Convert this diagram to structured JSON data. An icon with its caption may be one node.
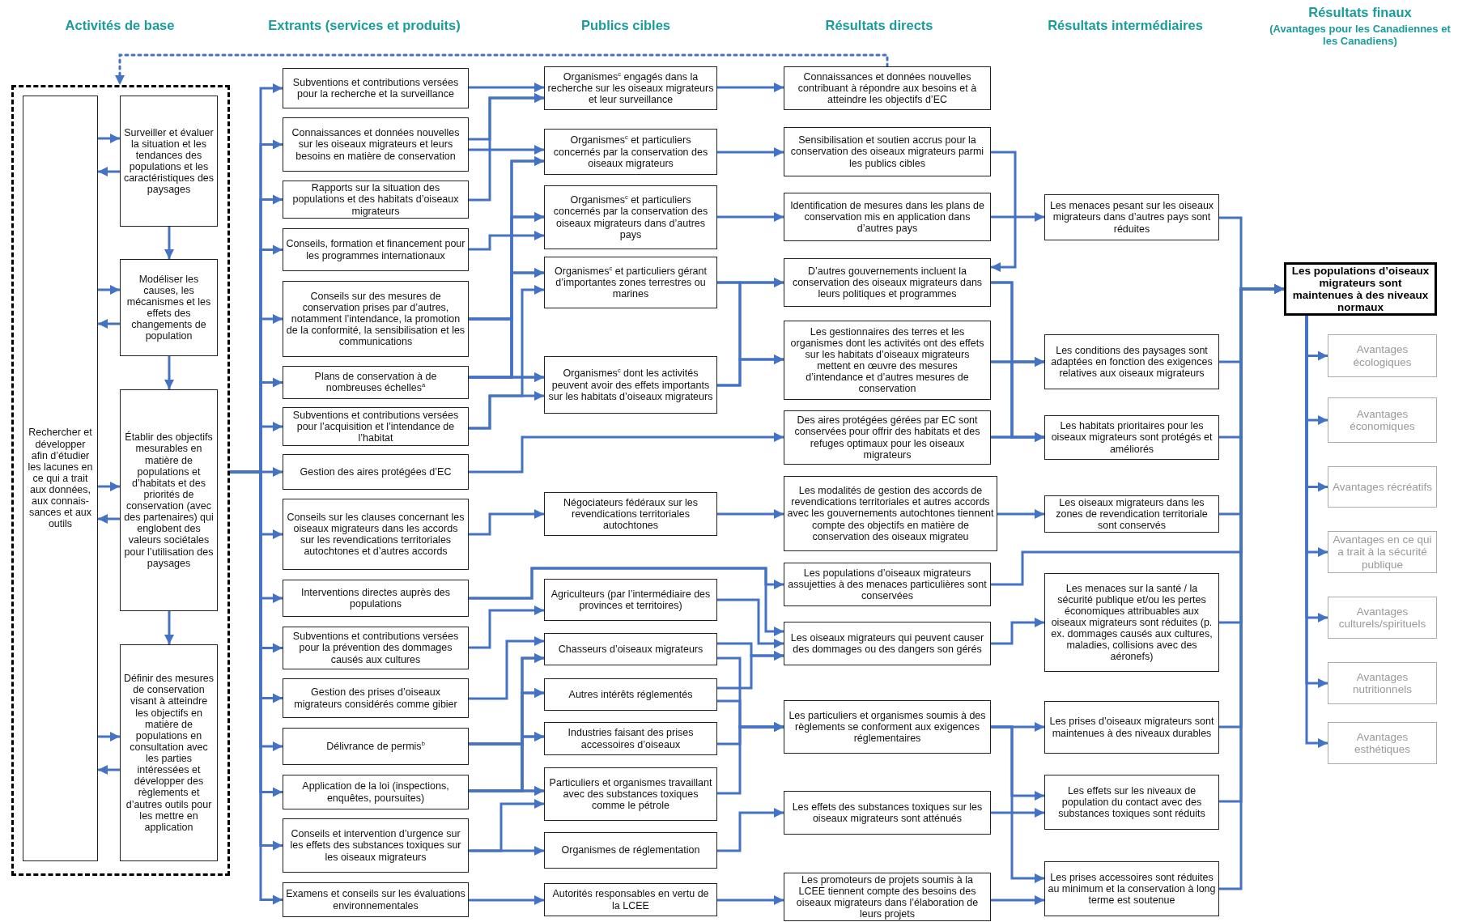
{
  "diagram": {
    "nodes": [
      {
        "text": [],
        "shape": "box"
      },
      {
        "text": [
          "Rechercher et développer afin d’étudier les lacunes en ce qui a trait aux données, aux connais-sances et aux outils"
        ],
        "in": 0
      },
      {
        "text": [
          "Surveiller et évaluer la situation et les tendances des populations et les caractéristiques des paysages"
        ],
        "in": 0
      },
      {
        "text": [
          "Modéliser les causes, les mécanismes et les effets des changements de population"
        ],
        "in": 0
      },
      {
        "text": [
          "Établir des objectifs mesurables en matière de populations et d’habitats et des priorités de conservation (avec des partenaires) qui englobent des valeurs sociétales pour l’utilisation des paysages"
        ],
        "in": 0
      },
      {
        "text": [
          "Définir des mesures de conservation visant à atteindre les objectifs en matière de populations en consultation avec les parties intéressées et développer des règlements et d’autres outils pour les mettre en application"
        ],
        "in": 0
      },
      {
        "text": [
          "Subventions et contributions versées pour la recherche et la surveillance"
        ]
      },
      {
        "text": [
          "Connaissances et données nouvelles sur les oiseaux migrateurs et leurs besoins en matière de conservation"
        ]
      },
      {
        "text": [
          "Rapports sur la situation des populations et des habitats d’oiseaux migrateurs"
        ]
      },
      {
        "text": [
          "Conseils, formation et financement pour les programmes internationaux"
        ]
      },
      {
        "text": [
          "Conseils sur des mesures de conservation prises par d’autres, notamment l’intendance, la promotion de la conformité, la sensibilisation et les communications"
        ]
      },
      {
        "text": [
          "Plans de conservation à de nombreuses échelles$^{a}$"
        ]
      },
      {
        "text": [
          "Subventions et contributions versées pour l’acquisition et l’intendance de l’habitat"
        ]
      },
      {
        "text": [
          "Gestion des aires protégées d’EC"
        ]
      },
      {
        "text": [
          "Conseils sur les clauses concernant les oiseaux migrateurs dans les accords sur les revendications territoriales autochtones et d’autres accords"
        ]
      },
      {
        "text": [
          "Interventions directes auprès des populations"
        ]
      },
      {
        "text": [
          "Subventions et contributions versées pour la prévention des dommages causés aux cultures"
        ]
      },
      {
        "text": [
          "Gestion des prises d’oiseaux migrateurs considérés comme gibier"
        ]
      },
      {
        "text": [
          "Délivrance de permis$^{b}$"
        ]
      },
      {
        "text": [
          "Application de la loi (inspections, enquêtes, poursuites)"
        ]
      },
      {
        "text": [
          "Conseils et intervention d’urgence sur les effets des substances toxiques sur les oiseaux migrateurs"
        ]
      },
      {
        "text": [
          "Examens et conseils sur les évaluations environnementales"
        ]
      },
      {
        "text": [
          "Organismes$^{c}$ engagés dans la recherche sur les oiseaux migrateurs et leur surveillance"
        ]
      },
      {
        "text": [
          "Organismes$^{c}$ et particuliers concernés par la conservation des oiseaux migrateurs"
        ]
      },
      {
        "text": [
          "Organismes$^{c}$ et particuliers concernés par la conservation des oiseaux migrateurs dans d’autres pays"
        ]
      },
      {
        "text": [
          "Organismes$^{c}$ et particuliers gérant d’importantes zones terrestres ou marines"
        ]
      },
      {
        "text": [
          "Organismes$^{c}$ dont les activités peuvent avoir des effets importants sur les habitats d’oiseaux migrateurs"
        ]
      },
      {
        "text": [
          "Négociateurs fédéraux sur les revendications territoriales autochtones"
        ]
      },
      {
        "text": [
          "Agriculteurs (par l’intermédiaire des provinces et territoires)"
        ]
      },
      {
        "text": [
          "Chasseurs d’oiseaux migrateurs"
        ]
      },
      {
        "text": [
          "Autres intérêts réglementés"
        ]
      },
      {
        "text": [
          "Industries faisant des prises accessoires d’oiseaux"
        ]
      },
      {
        "text": [
          "Particuliers et organismes travaillant avec des substances toxiques comme le pétrole"
        ]
      },
      {
        "text": [
          "Organismes de réglementation"
        ]
      },
      {
        "text": [
          "Autorités responsables en vertu de la LCEE"
        ]
      },
      {
        "text": [
          "Connaissances et données nouvelles contribuant à répondre aux besoins et à atteindre les objectifs d’EC"
        ]
      },
      {
        "text": [
          "Sensibilisation et soutien accrus pour la conservation des oiseaux migrateurs parmi les publics cibles"
        ]
      },
      {
        "text": [
          "Identification de mesures dans les plans de conservation mis en application dans d’autres pays"
        ]
      },
      {
        "text": [
          "D’autres gouvernements incluent la conservation des oiseaux migrateurs dans leurs politiques et programmes"
        ]
      },
      {
        "text": [
          "Les gestionnaires des terres et les organismes dont les activités ont des effets sur les habitats d’oiseaux migrateurs mettent en œuvre des mesures d’intendance et d’autres mesures de conservation"
        ]
      },
      {
        "text": [
          "Des aires protégées gérées par EC sont conservées pour offrir des habitats et des refuges optimaux pour les oiseaux migrateurs"
        ]
      },
      {
        "text": [
          "Les modalités de gestion des accords de revendications territoriales et autres accords avec les gouvernements autochtones tiennent compte des objectifs en matière de conservation des oiseaux migrateu"
        ]
      },
      {
        "text": [
          "Les populations d’oiseaux migrateurs assujetties à des menaces particulières sont conservées"
        ]
      },
      {
        "text": [
          "Les oiseaux migrateurs qui peuvent causer des dommages ou des dangers son gérés"
        ]
      },
      {
        "text": [
          "Les particuliers et organismes soumis à des règlements se conforment aux exigences réglementaires"
        ]
      },
      {
        "text": [
          "Les effets des substances toxiques sur les oiseaux migrateurs sont atténués"
        ]
      },
      {
        "text": [
          "Les promoteurs de projets soumis à la LCEE tiennent compte des besoins des oiseaux migrateurs dans l’élaboration de leurs projets"
        ]
      },
      {
        "text": [
          "Les menaces pesant sur les oiseaux migrateurs dans d’autres pays sont réduites"
        ]
      },
      {
        "text": [
          "Les conditions des paysages sont adaptées en fonction des exigences relatives aux oiseaux migrateurs"
        ]
      },
      {
        "text": [
          "Les habitats prioritaires pour les oiseaux migrateurs sont protégés et améliorés"
        ]
      },
      {
        "text": [
          "Les oiseaux migrateurs dans les zones de revendication territoriale sont conservés"
        ]
      },
      {
        "text": [
          "Les menaces sur la santé / la sécurité publique et/ou les pertes économiques attribuables aux oiseaux migrateurs sont réduites (p. ex. dommages causés aux cultures, maladies, collisions avec des aéronefs)"
        ]
      },
      {
        "text": [
          "Les prises d’oiseaux migrateurs sont maintenues à des niveaux durables"
        ]
      },
      {
        "text": [
          "Les effets sur les niveaux de population du contact avec des substances toxiques sont réduits"
        ]
      },
      {
        "text": [
          "Les prises accessoires sont réduites au minimum et la conservation à long terme est soutenue"
        ]
      },
      {
        "text": [
          "Les populations d’oiseaux migrateurs sont maintenues à des niveaux normaux"
        ]
      },
      {
        "text": [
          "Avantages écologiques"
        ]
      },
      {
        "text": [
          "Avantages économiques"
        ]
      },
      {
        "text": [
          "Avantages récréatifs"
        ]
      },
      {
        "text": [
          "Avantages en ce qui a trait à la sécurité publique"
        ]
      },
      {
        "text": [
          "Avantages culturels/spirituels"
        ]
      },
      {
        "text": [
          "Avantages nutritionnels"
        ]
      },
      {
        "text": [
          "Avantages esthétiques"
        ]
      }
    ],
    "edges": [
      {
        "from": 1,
        "to": 2,
        "arrow": "to"
      },
      {
        "from": 2,
        "to": 1,
        "arrow": "to"
      },
      {
        "from": 1,
        "to": 3,
        "arrow": "to"
      },
      {
        "from": 3,
        "to": 1,
        "arrow": "to"
      },
      {
        "from": 1,
        "to": 4,
        "arrow": "to"
      },
      {
        "from": 4,
        "to": 1,
        "arrow": "to"
      },
      {
        "from": 1,
        "to": 5,
        "arrow": "to"
      },
      {
        "from": 5,
        "to": 1,
        "arrow": "to"
      },
      {
        "from": 2,
        "to": 3,
        "arrow": "to"
      },
      {
        "from": 3,
        "to": 4,
        "arrow": "to"
      },
      {
        "from": 4,
        "to": 5,
        "arrow": "to"
      },
      {
        "from": 0,
        "to": 6,
        "arrow": "to"
      },
      {
        "from": 0,
        "to": 7,
        "arrow": "to"
      },
      {
        "from": 0,
        "to": 8,
        "arrow": "to"
      },
      {
        "from": 0,
        "to": 9,
        "arrow": "to"
      },
      {
        "from": 0,
        "to": 10,
        "arrow": "to"
      },
      {
        "from": 0,
        "to": 11,
        "arrow": "to"
      },
      {
        "from": 0,
        "to": 12,
        "arrow": "to"
      },
      {
        "from": 0,
        "to": 13,
        "arrow": "to"
      },
      {
        "from": 0,
        "to": 14,
        "arrow": "to"
      },
      {
        "from": 0,
        "to": 15,
        "arrow": "to"
      },
      {
        "from": 0,
        "to": 16,
        "arrow": "to"
      },
      {
        "from": 0,
        "to": 17,
        "arrow": "to"
      },
      {
        "from": 0,
        "to": 18,
        "arrow": "to"
      },
      {
        "from": 0,
        "to": 19,
        "arrow": "to"
      },
      {
        "from": 0,
        "to": 20,
        "arrow": "to"
      },
      {
        "from": 0,
        "to": 21,
        "arrow": "to"
      },
      {
        "from": 6,
        "to": 22,
        "arrow": "to"
      },
      {
        "from": 7,
        "to": 22,
        "arrow": "to"
      },
      {
        "from": 8,
        "to": 22,
        "arrow": "to"
      },
      {
        "from": 7,
        "to": 23,
        "arrow": "to"
      },
      {
        "from": 9,
        "to": 24,
        "arrow": "to"
      },
      {
        "from": 10,
        "to": 23,
        "arrow": "to"
      },
      {
        "from": 10,
        "to": 24,
        "arrow": "to"
      },
      {
        "from": 10,
        "to": 25,
        "arrow": "to"
      },
      {
        "from": 10,
        "to": 26,
        "arrow": "to"
      },
      {
        "from": 11,
        "to": 23,
        "arrow": "to"
      },
      {
        "from": 11,
        "to": 24,
        "arrow": "to"
      },
      {
        "from": 11,
        "to": 25,
        "arrow": "to"
      },
      {
        "from": 11,
        "to": 26,
        "arrow": "to"
      },
      {
        "from": 12,
        "to": 25,
        "arrow": "to"
      },
      {
        "from": 12,
        "to": 26,
        "arrow": "to"
      },
      {
        "from": 13,
        "to": 40,
        "arrow": "to"
      },
      {
        "from": 14,
        "to": 27,
        "arrow": "to"
      },
      {
        "from": 15,
        "to": 42,
        "arrow": "to"
      },
      {
        "from": 15,
        "to": 43,
        "arrow": "to"
      },
      {
        "from": 16,
        "to": 28,
        "arrow": "to"
      },
      {
        "from": 17,
        "to": 29,
        "arrow": "to"
      },
      {
        "from": 18,
        "to": 29,
        "arrow": "to"
      },
      {
        "from": 18,
        "to": 30,
        "arrow": "to"
      },
      {
        "from": 18,
        "to": 31,
        "arrow": "to"
      },
      {
        "from": 18,
        "to": 32,
        "arrow": "to"
      },
      {
        "from": 19,
        "to": 29,
        "arrow": "to"
      },
      {
        "from": 19,
        "to": 30,
        "arrow": "to"
      },
      {
        "from": 19,
        "to": 31,
        "arrow": "to"
      },
      {
        "from": 19,
        "to": 32,
        "arrow": "to"
      },
      {
        "from": 20,
        "to": 32,
        "arrow": "to"
      },
      {
        "from": 20,
        "to": 33,
        "arrow": "to"
      },
      {
        "from": 21,
        "to": 34,
        "arrow": "to"
      },
      {
        "from": 22,
        "to": 35,
        "arrow": "to"
      },
      {
        "from": 23,
        "to": 36,
        "arrow": "to"
      },
      {
        "from": 24,
        "to": 37,
        "arrow": "to"
      },
      {
        "from": 25,
        "to": 38,
        "arrow": "to"
      },
      {
        "from": 25,
        "to": 39,
        "arrow": "to"
      },
      {
        "from": 26,
        "to": 38,
        "arrow": "to"
      },
      {
        "from": 26,
        "to": 39,
        "arrow": "to"
      },
      {
        "from": 27,
        "to": 41,
        "arrow": "to"
      },
      {
        "from": 28,
        "to": 43,
        "arrow": "to"
      },
      {
        "from": 29,
        "to": 43,
        "arrow": "to"
      },
      {
        "from": 30,
        "to": 43,
        "arrow": "to"
      },
      {
        "from": 29,
        "to": 44,
        "arrow": "to"
      },
      {
        "from": 30,
        "to": 44,
        "arrow": "to"
      },
      {
        "from": 31,
        "to": 44,
        "arrow": "to"
      },
      {
        "from": 32,
        "to": 44,
        "arrow": "to"
      },
      {
        "from": 33,
        "to": 45,
        "arrow": "to"
      },
      {
        "from": 34,
        "to": 46,
        "arrow": "to"
      },
      {
        "from": 35,
        "to": 0,
        "arrow": "to",
        "style": "dashed"
      },
      {
        "from": 36,
        "to": 38,
        "arrow": "to"
      },
      {
        "from": 37,
        "to": 47,
        "arrow": "to"
      },
      {
        "from": 38,
        "to": 48,
        "arrow": "to"
      },
      {
        "from": 38,
        "to": 49,
        "arrow": "to"
      },
      {
        "from": 39,
        "to": 48,
        "arrow": "to"
      },
      {
        "from": 39,
        "to": 49,
        "arrow": "to"
      },
      {
        "from": 40,
        "to": 48,
        "arrow": "to"
      },
      {
        "from": 40,
        "to": 49,
        "arrow": "to"
      },
      {
        "from": 41,
        "to": 50,
        "arrow": "to"
      },
      {
        "from": 42,
        "to": 55,
        "arrow": "to"
      },
      {
        "from": 43,
        "to": 51,
        "arrow": "to"
      },
      {
        "from": 44,
        "to": 52,
        "arrow": "to"
      },
      {
        "from": 44,
        "to": 53,
        "arrow": "to"
      },
      {
        "from": 44,
        "to": 54,
        "arrow": "to"
      },
      {
        "from": 45,
        "to": 53,
        "arrow": "to"
      },
      {
        "from": 46,
        "to": 54,
        "arrow": "to"
      },
      {
        "from": 47,
        "to": 55,
        "arrow": "to"
      },
      {
        "from": 48,
        "to": 55,
        "arrow": "to"
      },
      {
        "from": 49,
        "to": 55,
        "arrow": "to"
      },
      {
        "from": 50,
        "to": 55,
        "arrow": "to"
      },
      {
        "from": 51,
        "to": 55,
        "arrow": "to"
      },
      {
        "from": 52,
        "to": 55,
        "arrow": "to"
      },
      {
        "from": 53,
        "to": 55,
        "arrow": "to"
      },
      {
        "from": 54,
        "to": 55,
        "arrow": "to"
      },
      {
        "from": 55,
        "to": 56,
        "arrow": "to"
      },
      {
        "from": 55,
        "to": 57,
        "arrow": "to"
      },
      {
        "from": 55,
        "to": 58,
        "arrow": "to"
      },
      {
        "from": 55,
        "to": 59,
        "arrow": "to"
      },
      {
        "from": 55,
        "to": 60,
        "arrow": "to"
      },
      {
        "from": 55,
        "to": 61,
        "arrow": "to"
      },
      {
        "from": 55,
        "to": 62,
        "arrow": "to"
      }
    ],
    "labels": [
      "Activités de base",
      "Extrants (services et produits)",
      "Publics cibles",
      "Résultats directs",
      "Résultats intermédiaires",
      "Résultats finaux",
      "(Avantages pour les Canadiennes et les Canadiens)"
    ]
  }
}
